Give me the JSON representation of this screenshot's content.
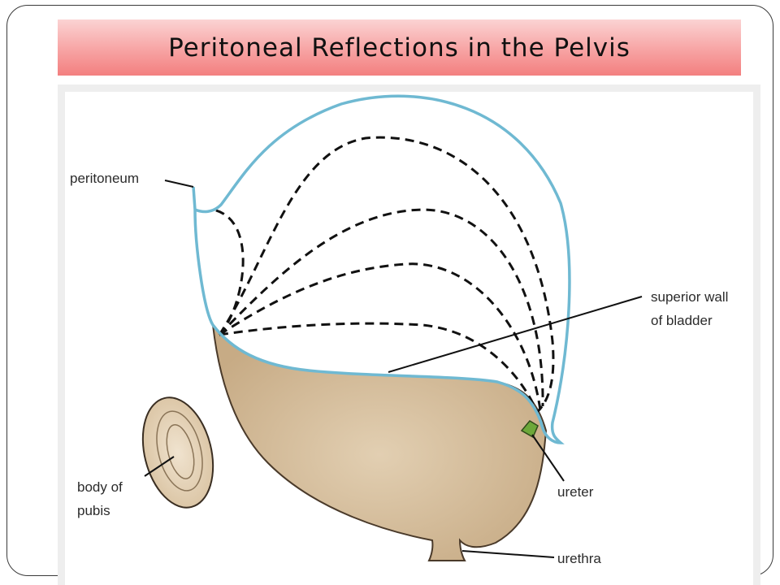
{
  "slide": {
    "title": "Peritoneal Reflections in the Pelvis"
  },
  "diagram": {
    "labels": {
      "peritoneum": "peritoneum",
      "superior_wall_line1": "superior wall",
      "superior_wall_line2": "of bladder",
      "body_of_pubis_line1": "body of",
      "body_of_pubis_line2": "pubis",
      "ureter": "ureter",
      "urethra": "urethra"
    },
    "colors": {
      "peritoneum": "#6fb9d2",
      "bladder": "#cfb591",
      "bladder_edge": "#4a3a2a",
      "pubis": "#e3d0b4",
      "ureter": "#6da83a",
      "title_bar": "#f7a3a3"
    }
  }
}
